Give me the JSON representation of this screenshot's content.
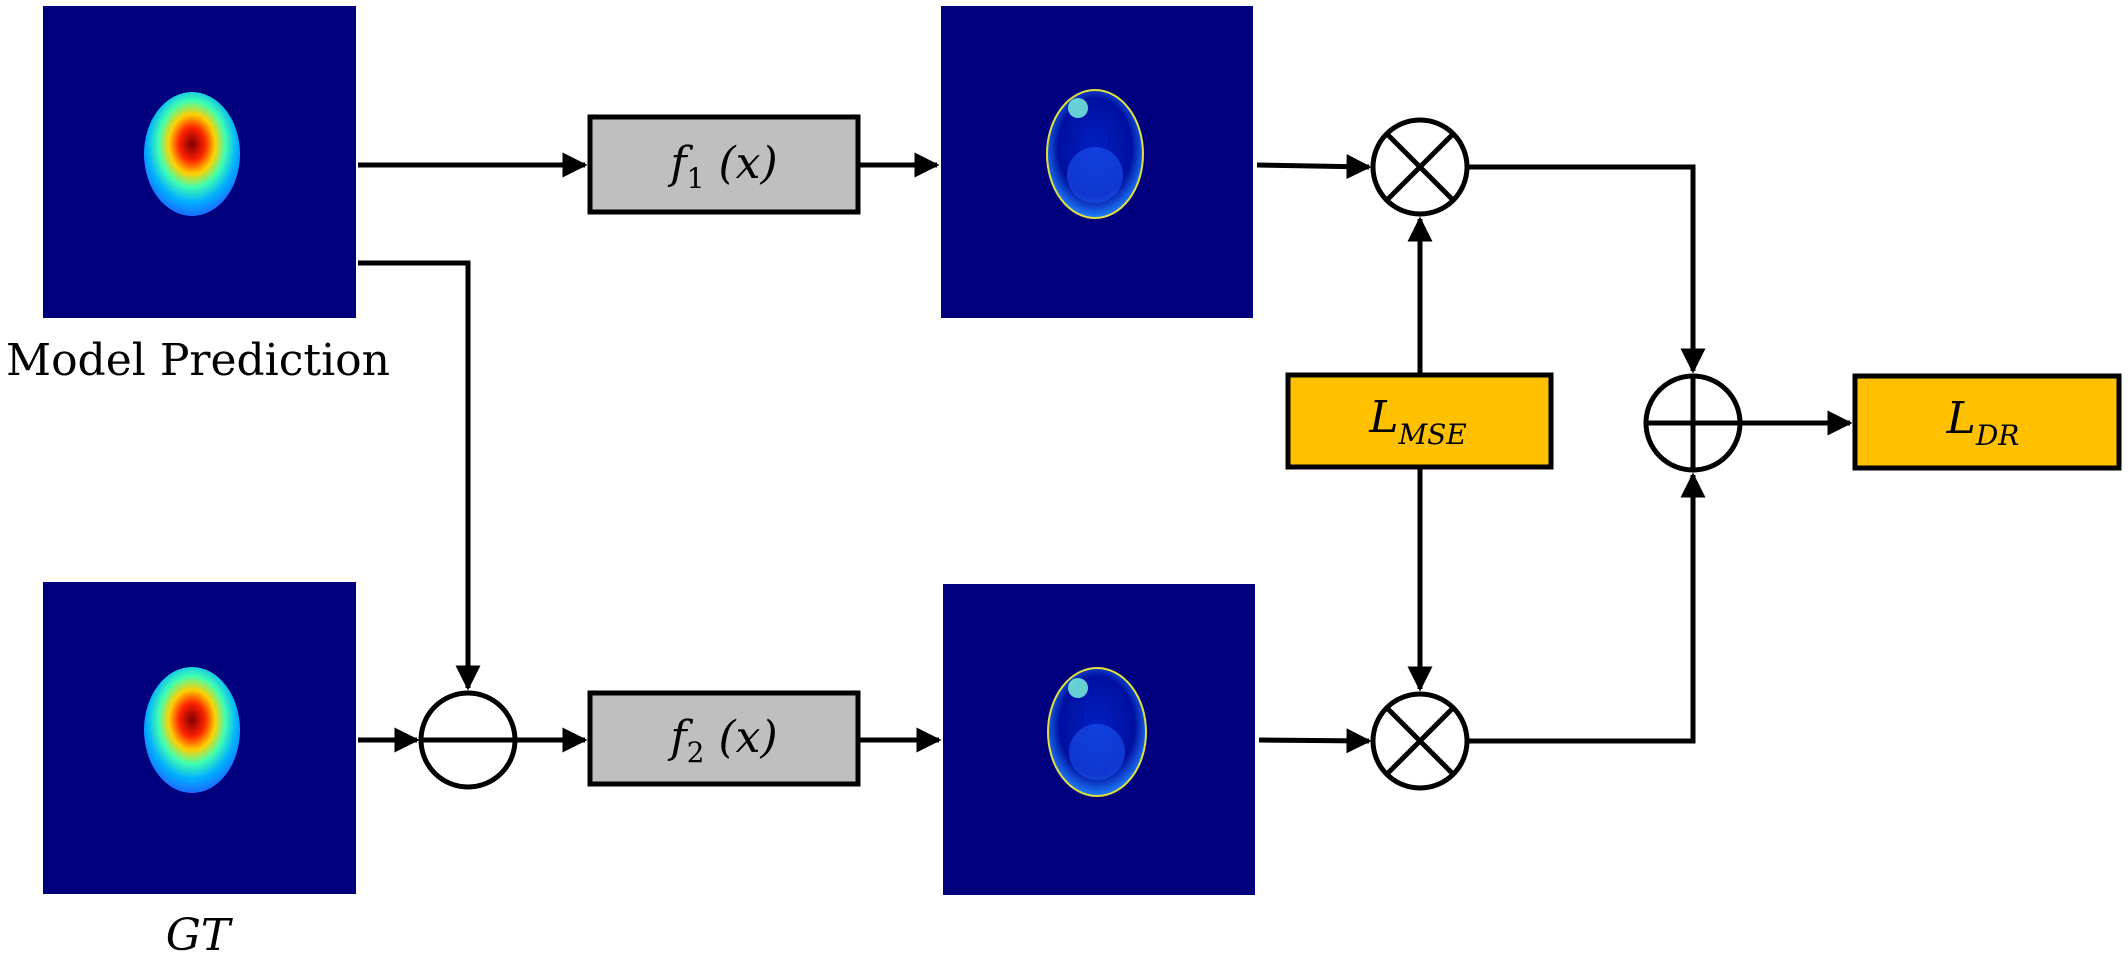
{
  "labels": {
    "prediction": "Model Prediction",
    "ground_truth": "GT"
  },
  "boxes": {
    "f1": {
      "fn": "f",
      "sub": "1",
      "arg": " (x)"
    },
    "f2": {
      "fn": "f",
      "sub": "2",
      "arg": " (x)"
    },
    "lmse": {
      "main": "L",
      "sub": "MSE"
    },
    "ldr": {
      "main": "L",
      "sub": "DR"
    }
  },
  "operators": {
    "subtract": "minus",
    "multiply_top": "times",
    "multiply_bottom": "times",
    "add": "plus"
  },
  "colors": {
    "image_background": "#00007f",
    "function_box": "#bfbfbf",
    "loss_box": "#ffc000",
    "line": "#000000"
  }
}
